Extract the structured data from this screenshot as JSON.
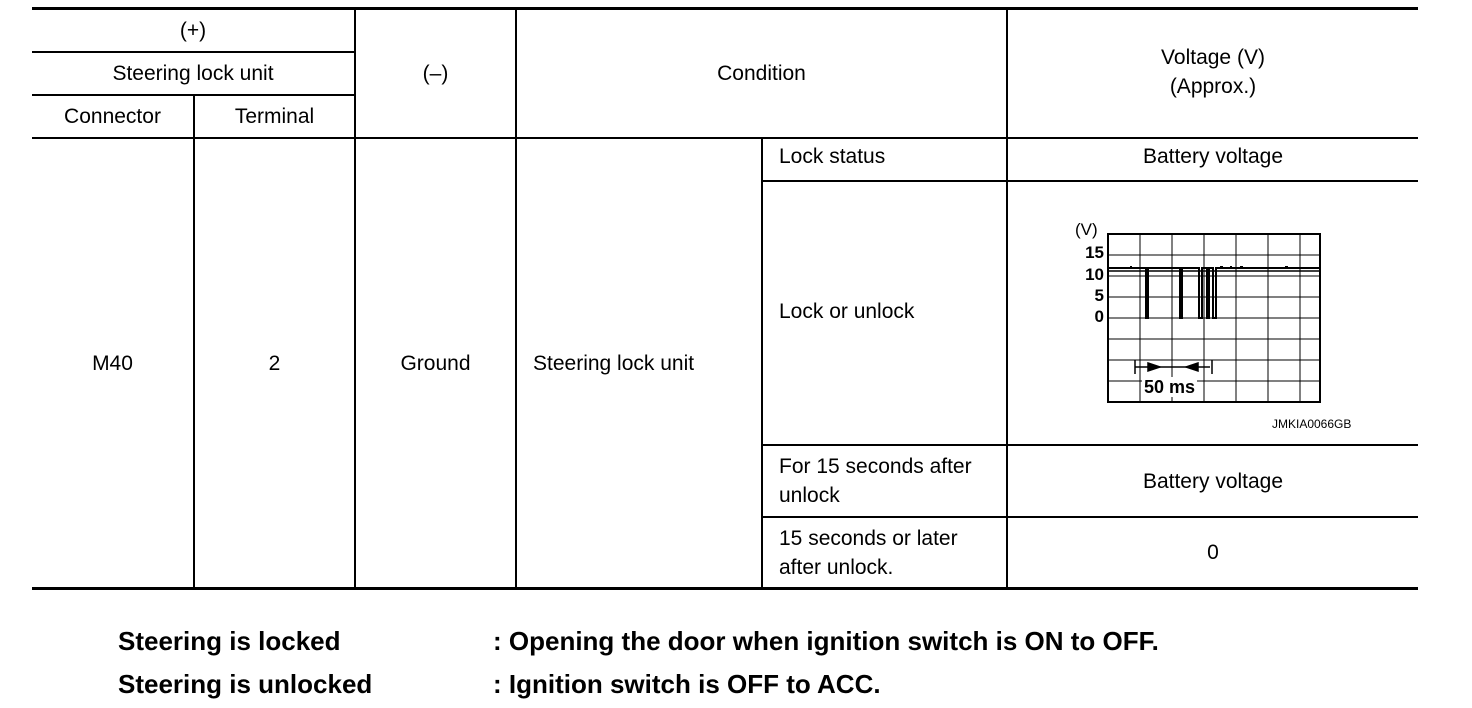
{
  "table": {
    "header": {
      "plus": "(+)",
      "unit": "Steering lock unit",
      "connector": "Connector",
      "terminal": "Terminal",
      "minus": "(–)",
      "condition": "Condition",
      "voltage": [
        "Voltage (V)",
        "(Approx.)"
      ]
    },
    "row": {
      "connector": "M40",
      "terminal": "2",
      "minus": "Ground",
      "condition": "Steering lock unit"
    },
    "sub_rows": [
      {
        "condition": "Lock status",
        "voltage": "Battery voltage"
      },
      {
        "condition": "Lock or unlock",
        "voltage": ""
      },
      {
        "condition": [
          "For 15 seconds after",
          "unlock"
        ],
        "voltage": "Battery voltage"
      },
      {
        "condition": [
          "15 seconds or later",
          "after unlock."
        ],
        "voltage": "0"
      }
    ]
  },
  "waveform": {
    "unit_label": "(V)",
    "y_ticks": [
      "15",
      "10",
      "5",
      "0"
    ],
    "time_label": "50 ms",
    "figure_code": "JMKIA0066GB"
  },
  "notes": [
    {
      "label": "Steering is locked",
      "text": ": Opening the door when ignition switch is ON to OFF."
    },
    {
      "label": "Steering is unlocked",
      "text": ": Ignition switch is OFF to ACC."
    }
  ]
}
